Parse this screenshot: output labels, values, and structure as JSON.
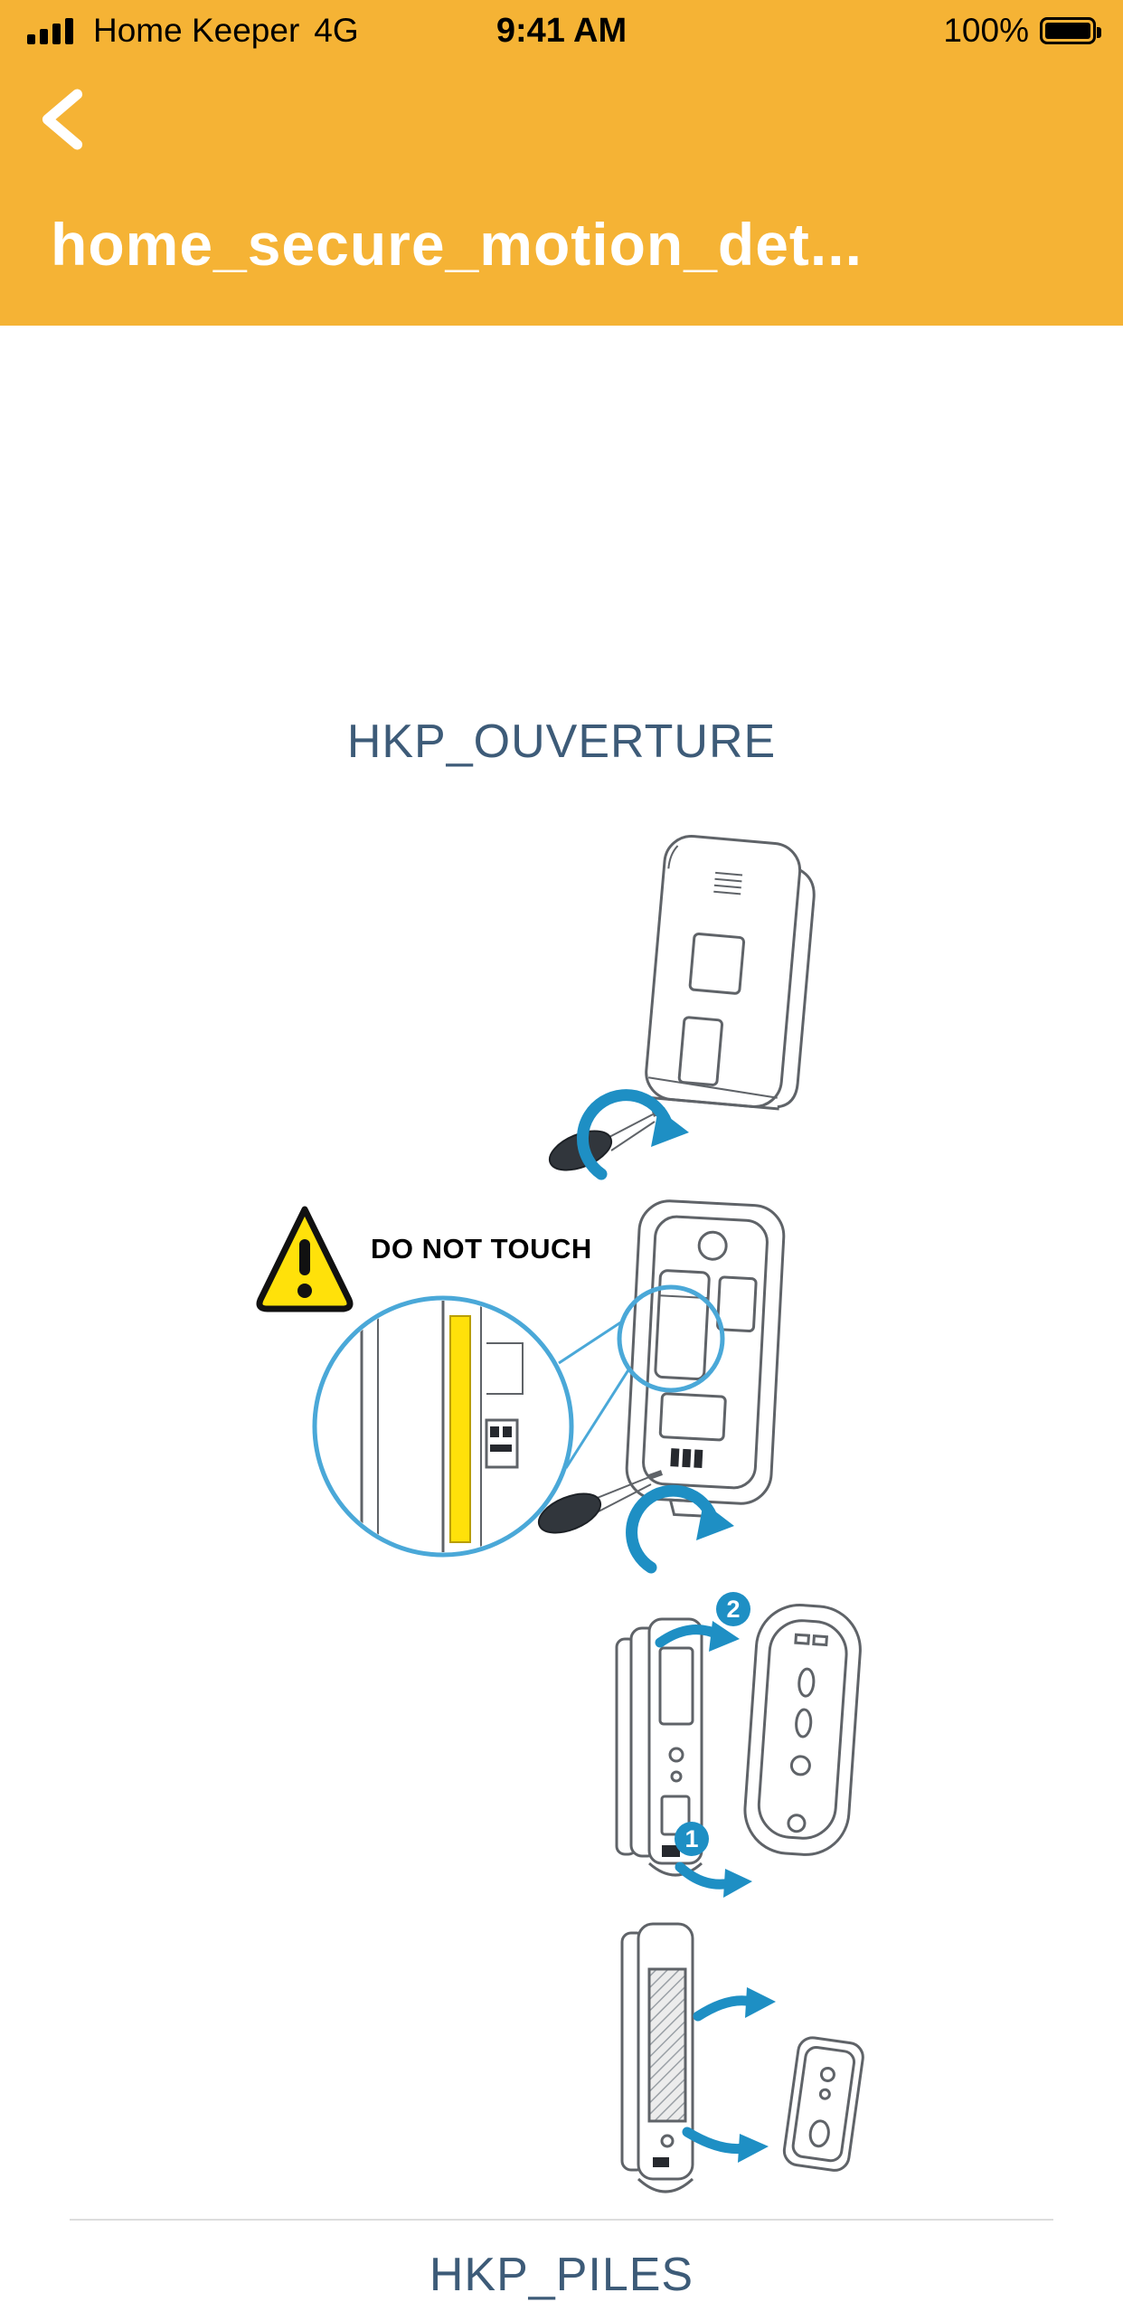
{
  "status_bar": {
    "carrier": "Home Keeper",
    "network": "4G",
    "time": "9:41 AM",
    "battery_percent": "100%"
  },
  "header": {
    "title": "home_secure_motion_det..."
  },
  "document": {
    "section_ouverture_title": "HKP_OUVERTURE",
    "section_piles_title": "HKP_PILES",
    "warning_text": "DO NOT TOUCH",
    "step_1_label": "1",
    "step_2_label": "2"
  },
  "icons": {
    "back": "chevron-left-icon",
    "signal": "cellular-signal-icon",
    "battery": "battery-full-icon",
    "warning": "warning-triangle-icon"
  },
  "colors": {
    "header_bg": "#F5B335",
    "accent_blue": "#1E8FC4",
    "circle_blue": "#4AA8D8",
    "heading": "#3D5B78",
    "warning_yellow": "#FFE10A",
    "line_art": "#5F6368"
  }
}
